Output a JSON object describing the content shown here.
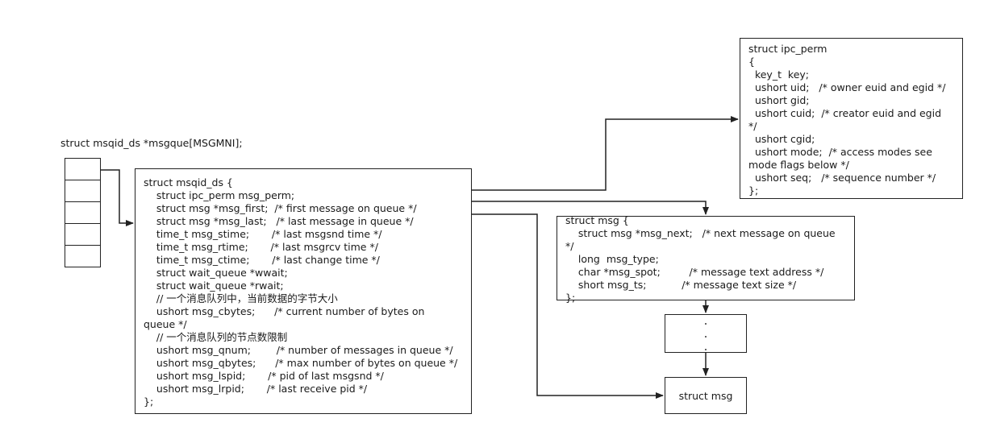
{
  "array_label": "struct msqid_ds *msgque[MSGMNI];",
  "array_cells": [
    "",
    "",
    "",
    "",
    ""
  ],
  "msqid_ds": {
    "lines": [
      "struct msqid_ds {",
      "    struct ipc_perm msg_perm;",
      "    struct msg *msg_first;  /* first message on queue */",
      "    struct msg *msg_last;   /* last message in queue */",
      "    time_t msg_stime;       /* last msgsnd time */",
      "    time_t msg_rtime;       /* last msgrcv time */",
      "    time_t msg_ctime;       /* last change time */",
      "    struct wait_queue *wwait;",
      "    struct wait_queue *rwait;",
      "    // 一个消息队列中，当前数据的字节大小",
      "    ushort msg_cbytes;      /* current number of bytes on",
      "queue */",
      "    // 一个消息队列的节点数限制",
      "    ushort msg_qnum;        /* number of messages in queue */",
      "    ushort msg_qbytes;      /* max number of bytes on queue */",
      "    ushort msg_lspid;       /* pid of last msgsnd */",
      "    ushort msg_lrpid;       /* last receive pid */",
      "};"
    ]
  },
  "ipc_perm": {
    "lines": [
      "struct ipc_perm",
      "{",
      "  key_t  key;",
      "  ushort uid;   /* owner euid and egid */",
      "  ushort gid;",
      "  ushort cuid;  /* creator euid and egid",
      "*/",
      "  ushort cgid;",
      "  ushort mode;  /* access modes see",
      "mode flags below */",
      "  ushort seq;   /* sequence number */",
      "};"
    ]
  },
  "msg": {
    "lines": [
      "struct msg {",
      "    struct msg *msg_next;   /* next message on queue",
      "*/",
      "    long  msg_type;",
      "    char *msg_spot;         /* message text address */",
      "    short msg_ts;           /* message text size */",
      "};"
    ]
  },
  "msg2": {
    "label": "struct msg"
  }
}
